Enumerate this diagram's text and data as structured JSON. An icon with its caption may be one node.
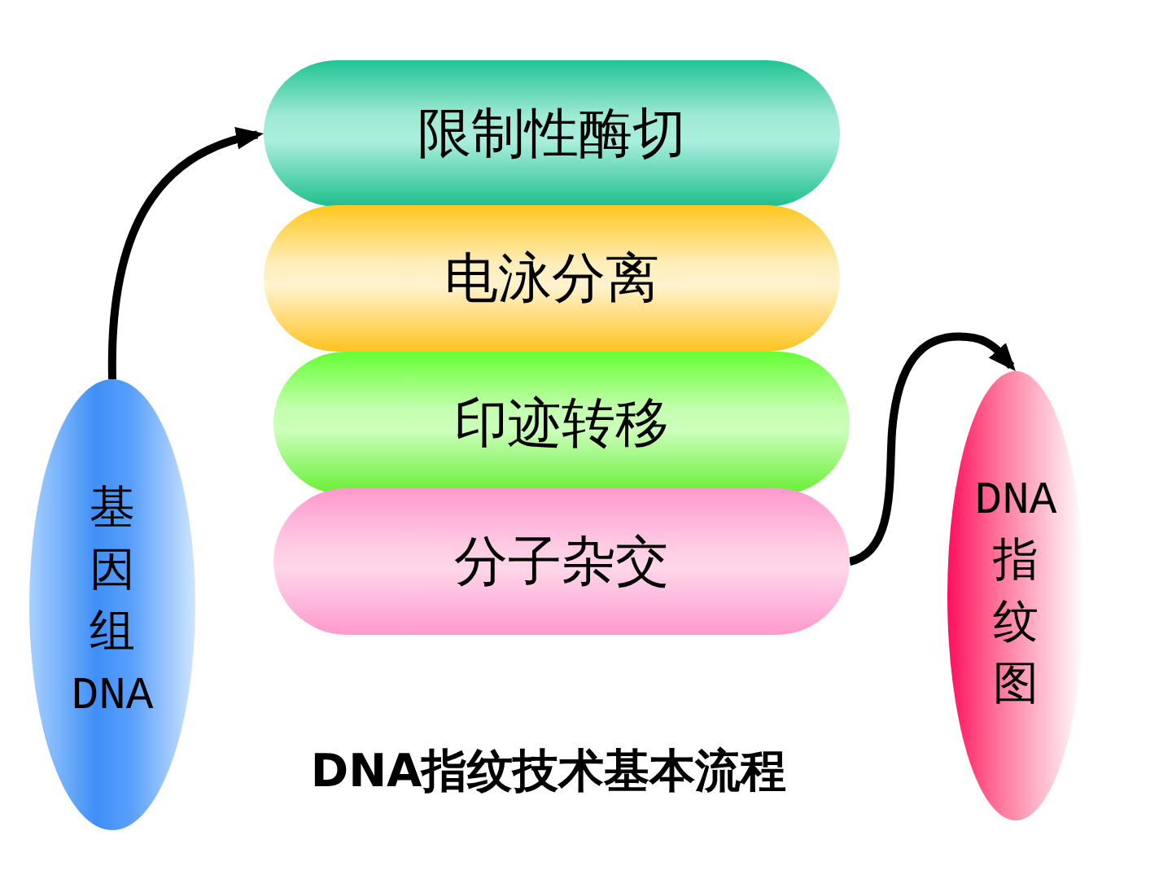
{
  "diagram": {
    "caption": "DNA指纹技术基本流程",
    "nodes": [
      {
        "text": [
          "基因组DNA"
        ]
      },
      {
        "text": [
          "限制性酶切"
        ]
      },
      {
        "text": [
          "电泳分离"
        ]
      },
      {
        "text": [
          "印迹转移"
        ]
      },
      {
        "text": [
          "分子杂交"
        ]
      },
      {
        "text": [
          "DNA指纹图"
        ]
      }
    ],
    "edges": [
      {
        "from": 0,
        "to": 1,
        "arrow": "to"
      },
      {
        "from": 4,
        "to": 5,
        "arrow": "to"
      }
    ]
  }
}
